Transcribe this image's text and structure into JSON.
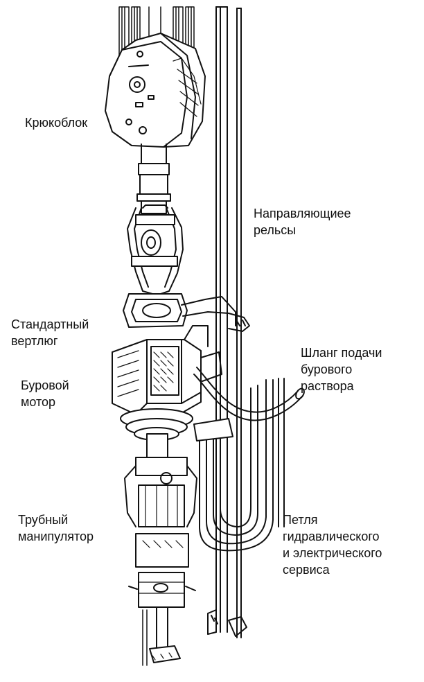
{
  "labels": {
    "hook_block": [
      "Крюкоблок"
    ],
    "guide_rails": [
      "Направляющиее",
      "рельсы"
    ],
    "swivel": [
      "Стандартный",
      "вертлюг"
    ],
    "mud_hose": [
      "Шланг подачи",
      "бурового",
      "раствора"
    ],
    "drill_motor": [
      "Буровой",
      "мотор"
    ],
    "pipe_handler": [
      "Трубный",
      "манипулятор"
    ],
    "service_loop": [
      "Петля",
      "гидравлического",
      "и электрического",
      "сервиса"
    ]
  },
  "colors": {
    "ink": "#111111",
    "background": "#ffffff"
  }
}
